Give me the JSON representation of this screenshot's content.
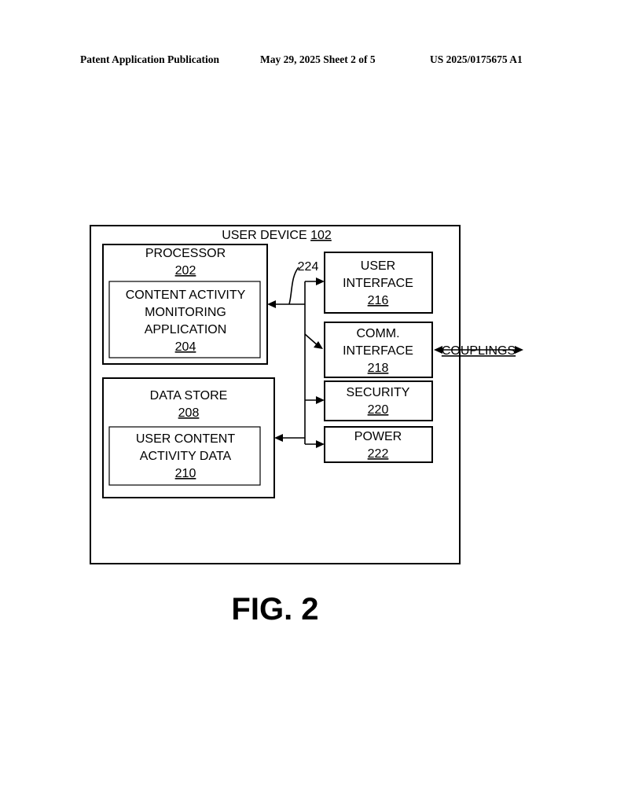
{
  "header": {
    "publication": "Patent Application Publication",
    "date_sheet": "May 29, 2025  Sheet 2 of 5",
    "patent_number": "US 2025/0175675 A1"
  },
  "diagram": {
    "user_device": {
      "label": "USER DEVICE",
      "ref": "102"
    },
    "processor": {
      "label": "PROCESSOR",
      "ref": "202"
    },
    "content_app": {
      "line1": "CONTENT ACTIVITY",
      "line2": "MONITORING",
      "line3": "APPLICATION",
      "ref": "204"
    },
    "data_store": {
      "label": "DATA STORE",
      "ref": "208"
    },
    "activity_data": {
      "line1": "USER CONTENT",
      "line2": "ACTIVITY DATA",
      "ref": "210"
    },
    "bus_ref": "224",
    "user_interface": {
      "line1": "USER",
      "line2": "INTERFACE",
      "ref": "216"
    },
    "comm_interface": {
      "line1": "COMM.",
      "line2": "INTERFACE",
      "ref": "218"
    },
    "security": {
      "label": "SECURITY",
      "ref": "220"
    },
    "power": {
      "label": "POWER",
      "ref": "222"
    },
    "couplings": "COUPLINGS"
  },
  "figure_label": "FIG. 2"
}
